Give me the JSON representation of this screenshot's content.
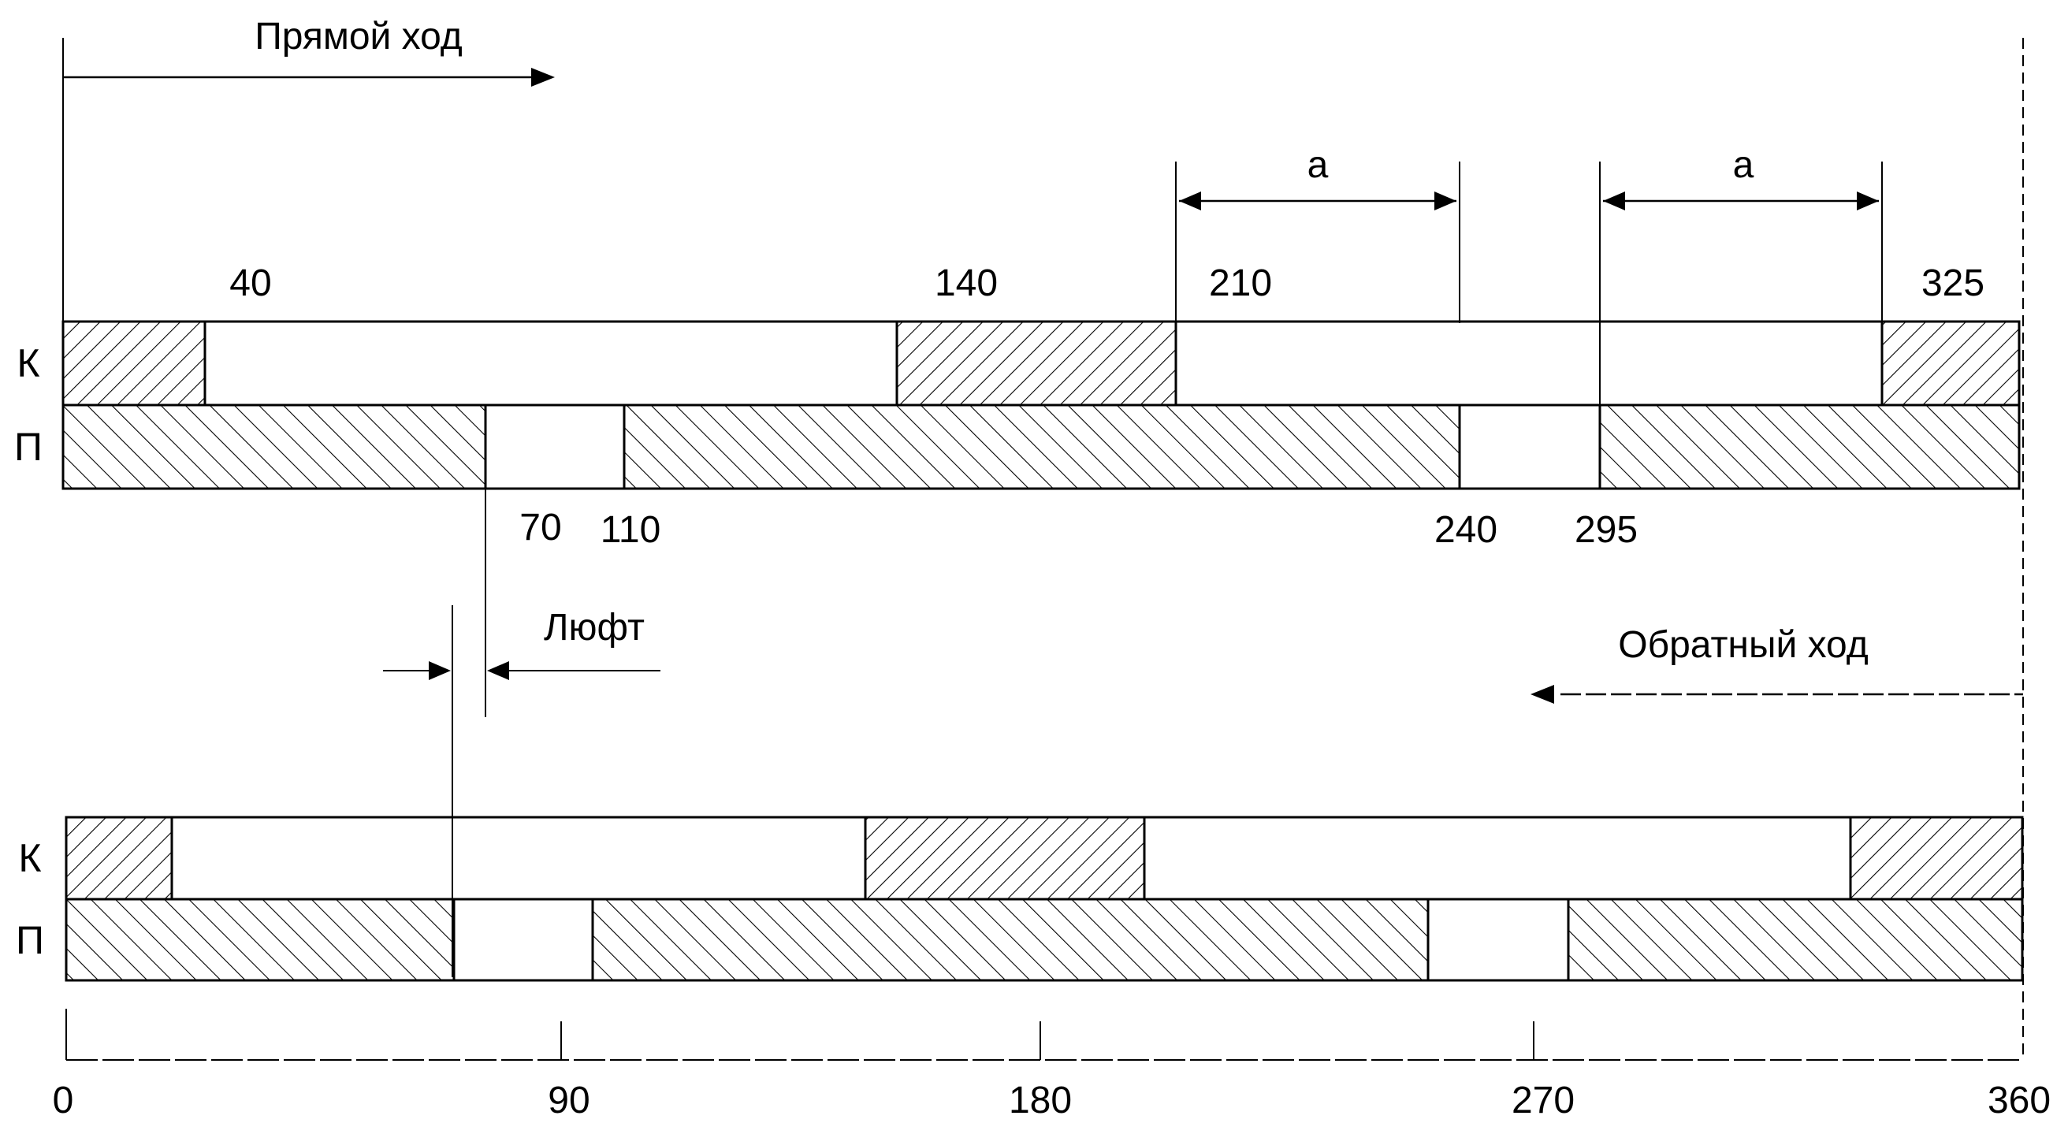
{
  "forward_stroke": {
    "label": "Прямой ход",
    "k_row_label": "К",
    "p_row_label": "П",
    "top_values": [
      "40",
      "140",
      "210",
      "325"
    ],
    "bottom_values": [
      "70",
      "110",
      "240",
      "295"
    ],
    "dim_a_left": "a",
    "dim_a_right": "a"
  },
  "backlash": {
    "label": "Люфт"
  },
  "reverse_stroke": {
    "label": "Обратный ход",
    "k_row_label": "К",
    "p_row_label": "П"
  },
  "axis": {
    "ticks": [
      "0",
      "90",
      "180",
      "270",
      "360"
    ]
  },
  "colors": {
    "line": "#000000",
    "background": "#ffffff"
  }
}
